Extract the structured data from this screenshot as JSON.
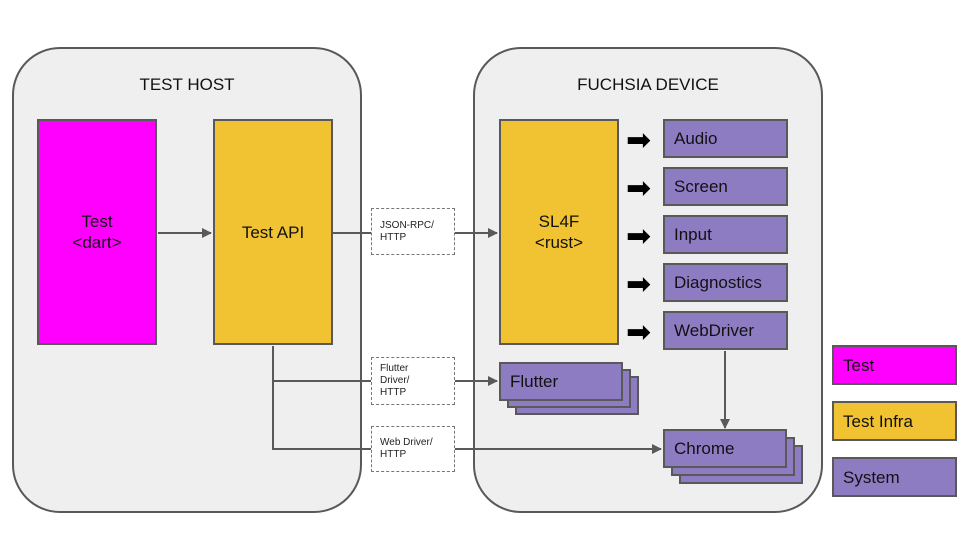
{
  "test_host": {
    "title": "TEST HOST"
  },
  "fuchsia_device": {
    "title": "FUCHSIA DEVICE"
  },
  "test_box": {
    "line1": "Test",
    "line2": "<dart>"
  },
  "test_api_box": {
    "label": "Test API"
  },
  "sl4f_box": {
    "line1": "SL4F",
    "line2": "<rust>"
  },
  "services": [
    "Audio",
    "Screen",
    "Input",
    "Diagnostics",
    "WebDriver"
  ],
  "flutter": "Flutter",
  "chrome": "Chrome",
  "connections": {
    "json_rpc": [
      "JSON-RPC/",
      "HTTP"
    ],
    "flutter_driver": [
      "Flutter",
      "Driver/",
      "HTTP"
    ],
    "web_driver": [
      "Web Driver/",
      "HTTP"
    ]
  },
  "legend": [
    "Test",
    "Test Infra",
    "System"
  ],
  "colors": {
    "test": "#ff00ff",
    "test_infra": "#f1c232",
    "system": "#8e7cc3",
    "group_background": "#efefef",
    "border": "#595959"
  }
}
